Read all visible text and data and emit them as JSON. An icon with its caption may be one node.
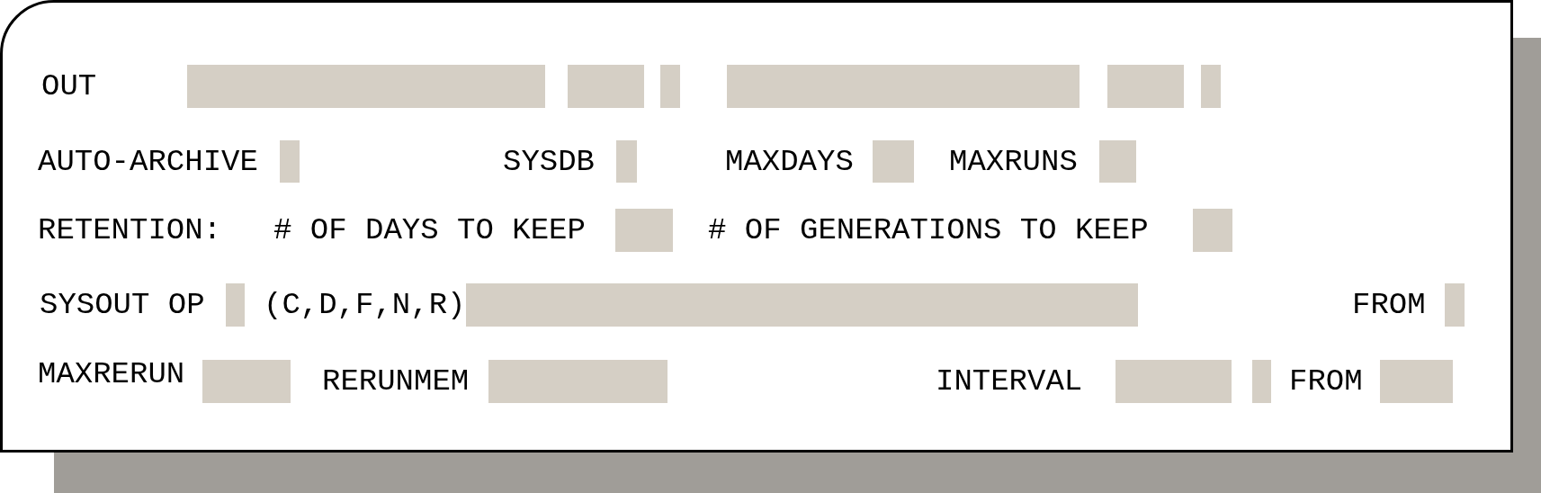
{
  "diagram": {
    "labels": [
      "OUT",
      "AUTO-ARCHIVE",
      "SYSDB",
      "MAXDAYS",
      "MAXRUNS",
      "RETENTION:",
      "# OF DAYS TO KEEP",
      "# OF GENERATIONS TO KEEP",
      "SYSOUT OP",
      "(C,D,F,N,R)",
      "FROM",
      "MAXRERUN",
      "RERUNMEM",
      "INTERVAL",
      "FROM"
    ]
  }
}
